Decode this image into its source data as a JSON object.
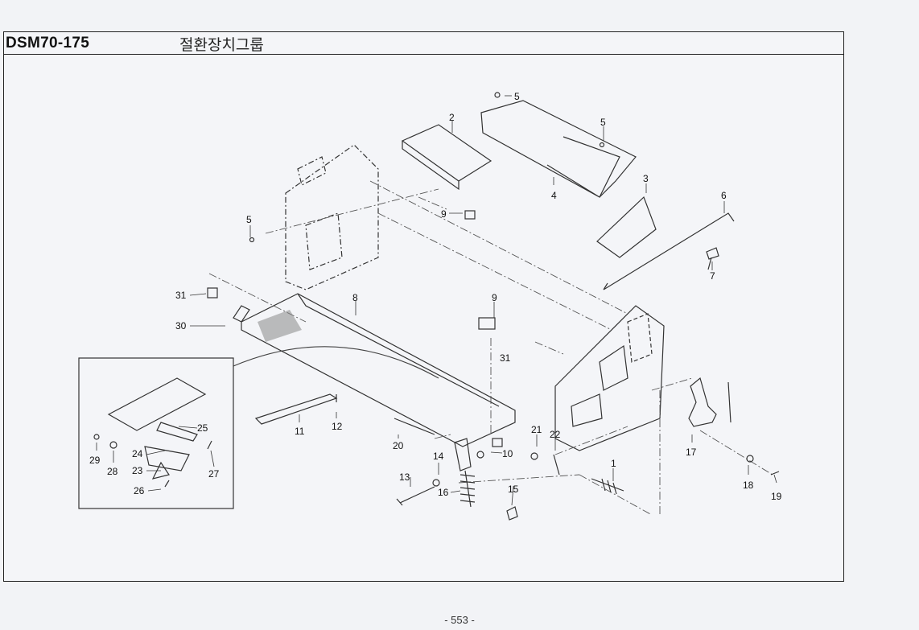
{
  "header": {
    "model": "DSM70-175",
    "group_title": "절환장치그룹"
  },
  "footer": {
    "page_number": "- 553 -"
  },
  "callouts": {
    "c1": "1",
    "c2": "2",
    "c3": "3",
    "c4": "4",
    "c5a": "5",
    "c5b": "5",
    "c5c": "5",
    "c6": "6",
    "c7": "7",
    "c8": "8",
    "c9a": "9",
    "c9b": "9",
    "c10": "10",
    "c11": "11",
    "c12": "12",
    "c13": "13",
    "c14": "14",
    "c15": "15",
    "c16": "16",
    "c17": "17",
    "c18": "18",
    "c19": "19",
    "c20": "20",
    "c21": "21",
    "c22": "22",
    "c23": "23",
    "c24": "24",
    "c25": "25",
    "c26": "26",
    "c27": "27",
    "c28": "28",
    "c29": "29",
    "c30": "30",
    "c31a": "31",
    "c31b": "31"
  }
}
